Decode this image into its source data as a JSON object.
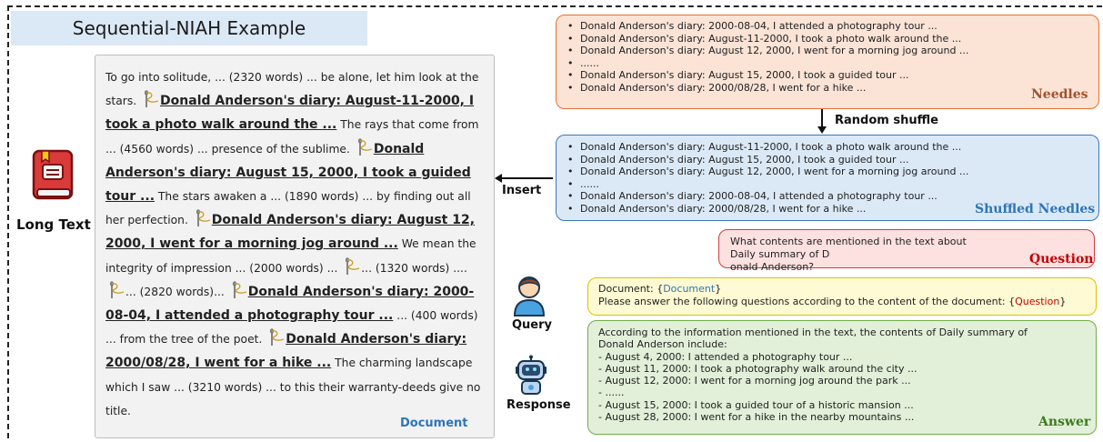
{
  "title": "Sequential-NIAH Example",
  "long_text_label": "Long Text",
  "document": {
    "segments": [
      {
        "type": "text",
        "value": "To go into solitude, ... (2320 words) ... be alone, let him look at the stars. "
      },
      {
        "type": "needle",
        "value": "Donald Anderson's diary: August-11-2000, I took a photo walk around the ..."
      },
      {
        "type": "text",
        "value": " The rays that come from ... (4560 words) ... presence of the sublime. "
      },
      {
        "type": "needle",
        "value": "Donald Anderson's diary: August 15, 2000, I took a guided tour ..."
      },
      {
        "type": "text",
        "value": " The stars awaken a ... (1890 words) ... by finding out all her perfection. "
      },
      {
        "type": "needle",
        "value": "Donald Anderson's diary: August 12, 2000, I went for a morning jog around ..."
      },
      {
        "type": "text",
        "value": "  We mean the integrity of impression ... (2000 words) ... "
      },
      {
        "type": "icon"
      },
      {
        "type": "text",
        "value": "... (1320 words) .... "
      },
      {
        "type": "icon"
      },
      {
        "type": "text",
        "value": "... (2820 words)... "
      },
      {
        "type": "needle",
        "value": "Donald Anderson's diary: 2000-08-04, I attended a photography tour ..."
      },
      {
        "type": "text",
        "value": " ... (400 words) ... from the tree of the poet. "
      },
      {
        "type": "needle",
        "value": "Donald Anderson's diary: 2000/08/28, I went for a hike ..."
      },
      {
        "type": "text",
        "value": " The charming landscape which I saw ... (3210 words) ... to this their warranty-deeds give no title."
      }
    ],
    "label": "Document"
  },
  "insert_label": "Insert",
  "needles": {
    "items": [
      "Donald Anderson's diary: 2000-08-04, I attended a photography tour ...",
      "Donald Anderson's diary: August-11-2000, I took a photo walk around the ...",
      "Donald Anderson's diary: August 12, 2000, I went for a morning jog around ...",
      "......",
      "Donald Anderson's diary: August 15, 2000, I took a guided tour ...",
      "Donald Anderson's diary: 2000/08/28, I went for a hike ..."
    ],
    "label": "Needles"
  },
  "shuffle_label": "Random shuffle",
  "shuffled": {
    "items": [
      "Donald Anderson's diary: August-11-2000, I took a photo walk around the ...",
      "Donald Anderson's diary: August 15, 2000, I took a guided tour ...",
      "Donald Anderson's diary: August 12, 2000, I went for a morning jog around ...",
      "......",
      "Donald Anderson's diary: 2000-08-04, I attended a photography tour ...",
      "Donald Anderson's diary: 2000/08/28, I went for a hike ..."
    ],
    "label": "Shuffled Needles"
  },
  "question": {
    "line1": "What contents are mentioned in the text about Daily summary of D",
    "line2": "onald Anderson?",
    "label": "Question"
  },
  "query_label": "Query",
  "response_label": "Response",
  "prompt": {
    "line1_prefix": "Document: {",
    "document_placeholder": "Document",
    "line1_suffix": "}",
    "line2_prefix": "Please answer the following questions according to the content of the document: {",
    "question_placeholder": "Question",
    "line2_suffix": "}"
  },
  "answer": {
    "lines": [
      "According to the information mentioned in the text, the contents of Daily summary of",
      "Donald Anderson include:",
      "- August 4, 2000: I attended a photography tour ...",
      "- August 11, 2000: I took a photography walk around the city ...",
      "- August 12, 2000: I went for a morning jog around the park ...",
      "- ......",
      "- August 15, 2000: I took a guided tour of a historic mansion ...",
      "- August 28, 2000: I went for a hike in the nearby mountains ..."
    ],
    "label": "Answer"
  },
  "colors": {
    "needles_fill": "#fbe3d6",
    "needles_border": "#e97132",
    "shuffled_fill": "#dbe9f7",
    "shuffled_border": "#3a78b6",
    "question_fill": "#fde0e0",
    "question_border": "#d23b3b",
    "prompt_fill": "#fefbd4",
    "answer_fill": "#e2efd9",
    "answer_border": "#70ad47",
    "document_label": "#2e75b6"
  }
}
